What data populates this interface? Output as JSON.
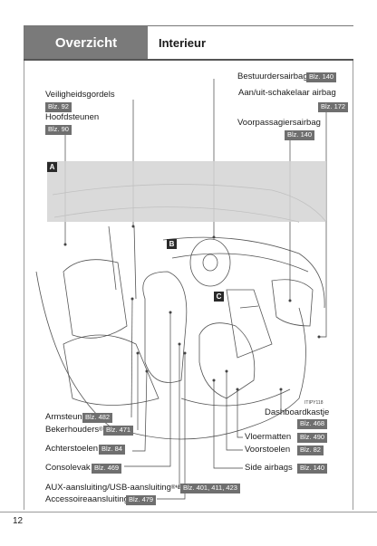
{
  "header": {
    "section": "Overzicht",
    "title": "Interieur"
  },
  "labels": {
    "bestuurdersairbag": {
      "text": "Bestuurdersairbag",
      "ref": "Blz. 140"
    },
    "aanuit": {
      "text": "Aan/uit-schakelaar airbag",
      "ref": "Blz. 172"
    },
    "voorpassagier": {
      "text": "Voorpassagiersairbag",
      "ref": "Blz. 140"
    },
    "veiligheidsgordels": {
      "text": "Veiligheidsgordels",
      "ref": "Blz. 92"
    },
    "hoofdsteunen": {
      "text": "Hoofdsteunen",
      "ref": "Blz. 90"
    },
    "armsteun": {
      "text": "Armsteun",
      "ref": "Blz. 482"
    },
    "bekerhouders": {
      "text": "Bekerhouders",
      "mark": "®",
      "ref": "Blz. 471"
    },
    "achterstoelen": {
      "text": "Achterstoelen",
      "ref": "Blz. 84"
    },
    "consolevak": {
      "text": "Consolevak",
      "ref": "Blz. 469"
    },
    "aux": {
      "text": "AUX-aansluiting/USB-aansluiting",
      "mark": "®*1",
      "ref": "Blz. 401, 411, 423"
    },
    "accessoire": {
      "text": "Accessoireaansluiting",
      "ref": "Blz. 479"
    },
    "dashboardkastje": {
      "text": "Dashboardkastje",
      "ref": "Blz. 468"
    },
    "vloermatten": {
      "text": "Vloermatten",
      "ref": "Blz. 490"
    },
    "voorstoelen": {
      "text": "Voorstoelen",
      "ref": "Blz. 82"
    },
    "sideairbags": {
      "text": "Side airbags",
      "ref": "Blz. 140"
    }
  },
  "callouts": {
    "a": "A",
    "b": "B",
    "c": "C"
  },
  "image_code": "ITIPY118",
  "page_number": "12"
}
